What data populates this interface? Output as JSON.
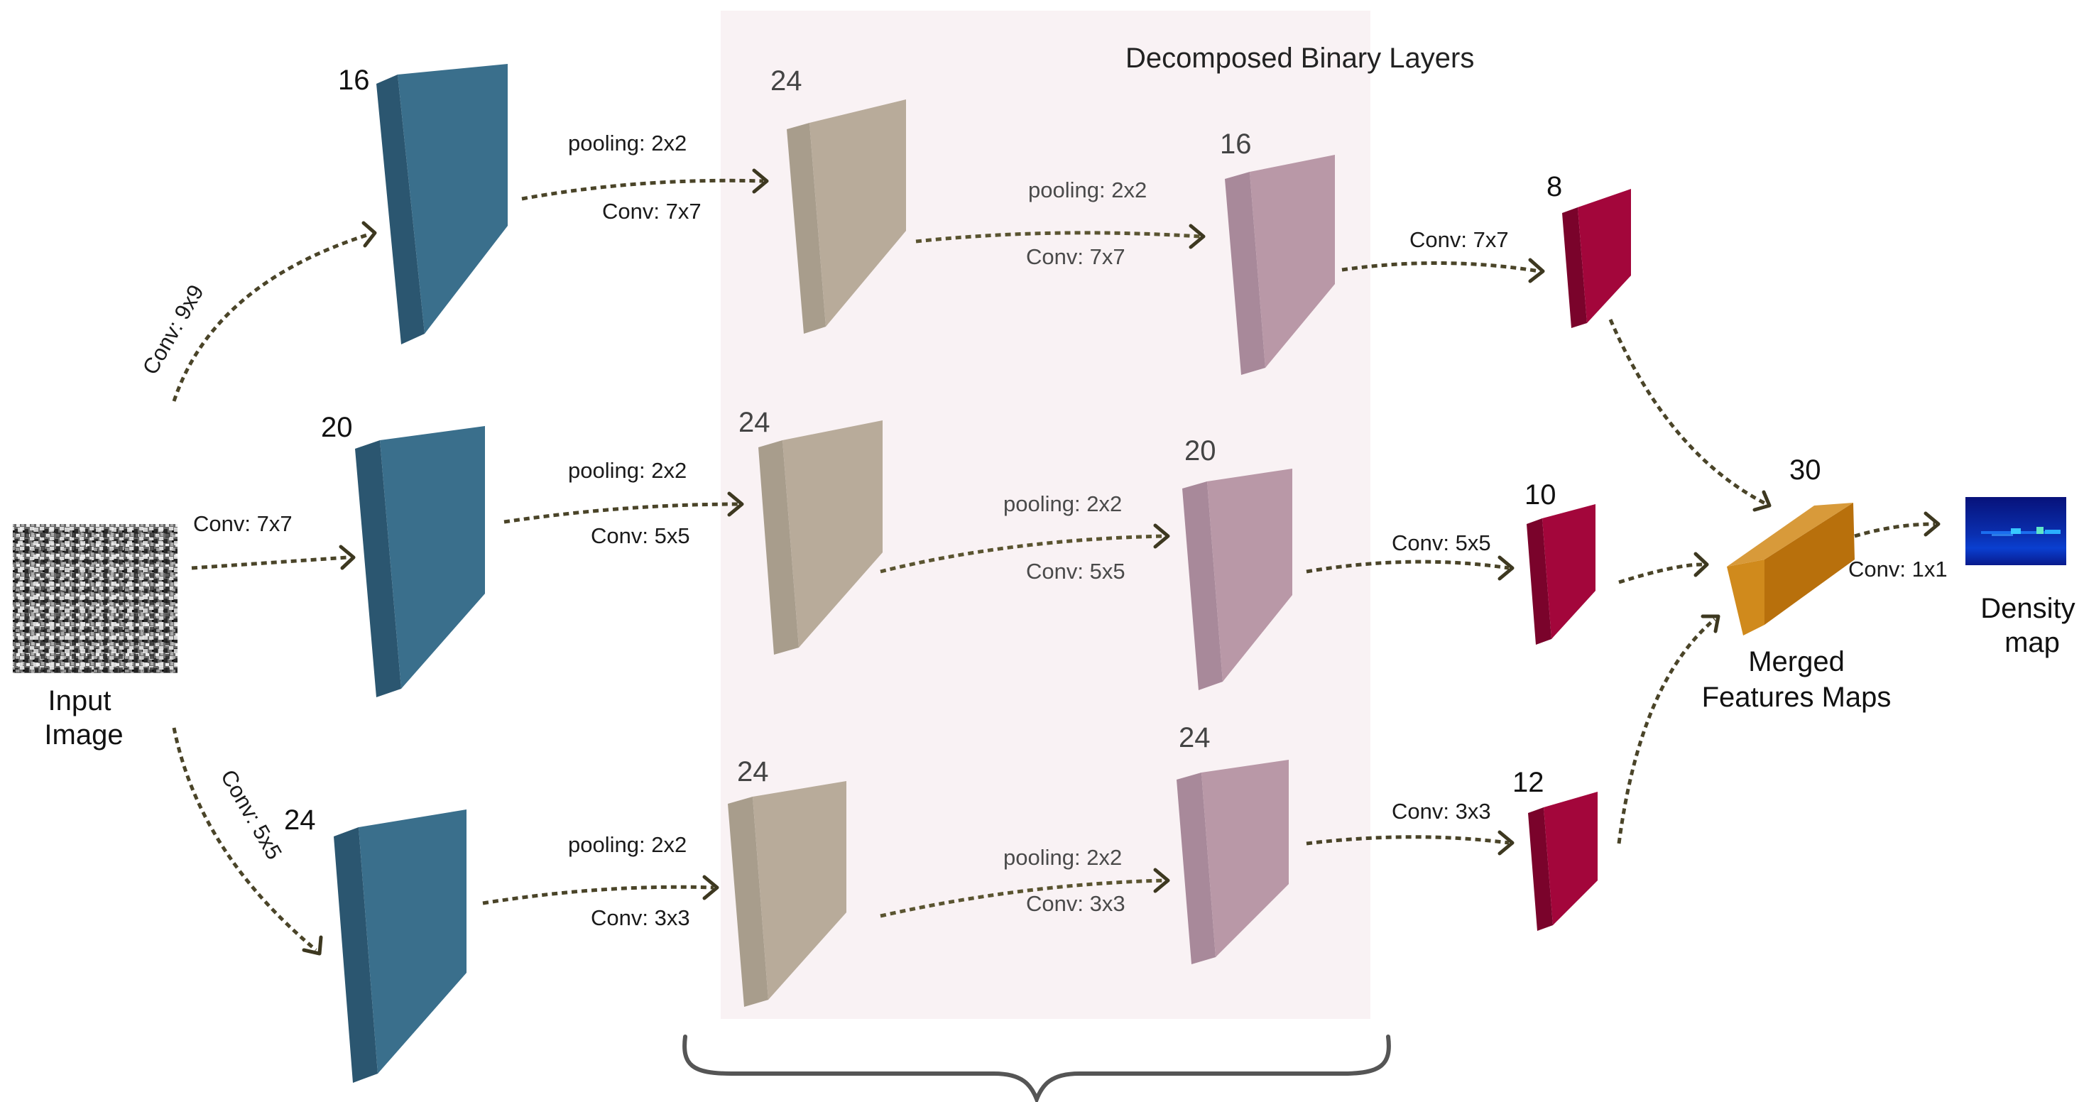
{
  "title": "Decomposed Binary Layers",
  "input_label": [
    "Input",
    "Image"
  ],
  "density_label": [
    "Density",
    "map"
  ],
  "merged_label": [
    "Merged",
    "Features Maps"
  ],
  "branches": [
    {
      "input_conv": "Conv: 9x9",
      "first_channels": "16",
      "op1": [
        "pooling: 2x2",
        "Conv: 7x7"
      ],
      "bin1_channels": "24",
      "op2": [
        "pooling: 2x2",
        "Conv: 7x7"
      ],
      "bin2_channels": "16",
      "op3": "Conv: 7x7",
      "out_channels": "8"
    },
    {
      "input_conv": "Conv: 7x7",
      "first_channels": "20",
      "op1": [
        "pooling: 2x2",
        "Conv: 5x5"
      ],
      "bin1_channels": "24",
      "op2": [
        "pooling: 2x2",
        "Conv: 5x5"
      ],
      "bin2_channels": "20",
      "op3": "Conv: 5x5",
      "out_channels": "10"
    },
    {
      "input_conv": "Conv: 5x5",
      "first_channels": "24",
      "op1": [
        "pooling: 2x2",
        "Conv: 3x3"
      ],
      "bin1_channels": "24",
      "op2": [
        "pooling: 2x2",
        "Conv: 3x3"
      ],
      "bin2_channels": "24",
      "op3": "Conv: 3x3",
      "out_channels": "12"
    }
  ],
  "merged_channels": "30",
  "final_conv": "Conv: 1x1",
  "colors": {
    "first_layer": "#3a6f8c",
    "binary_layer_1": "#b8ab9a",
    "binary_layer_2": "#b998a7",
    "output_layer": "#a3063b",
    "merged_layer": "#b8700c",
    "binary_panel": "#f9f2f4",
    "arrow": "#4a4428"
  }
}
